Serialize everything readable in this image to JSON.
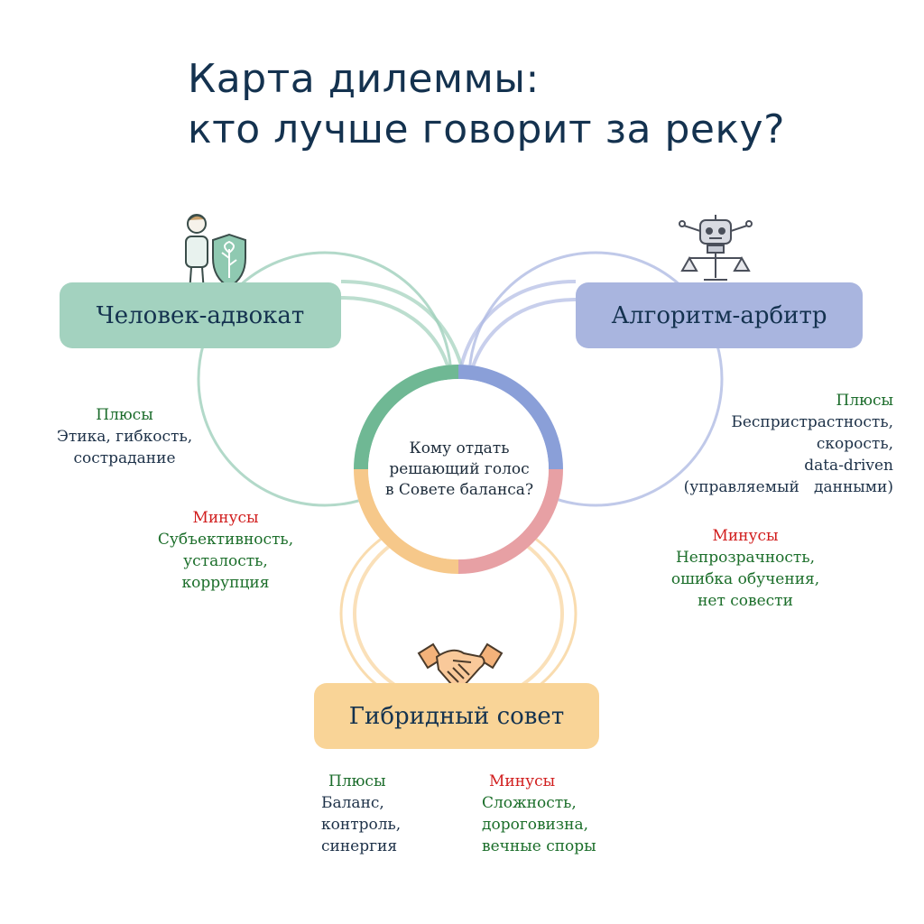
{
  "title": {
    "line1": "Карта дилеммы:",
    "line2": "кто лучше говорит за реку?"
  },
  "center_question": [
    "Кому отдать",
    "решающий голос",
    "в Совете баланса?"
  ],
  "nodes": {
    "human": {
      "label": "Человек-адвокат",
      "pros_label": "Плюсы",
      "pros": [
        "Этика, гибкость,",
        "сострадание"
      ],
      "cons_label": "Минусы",
      "cons": [
        "Субъективность,",
        "усталость,",
        "коррупция"
      ]
    },
    "algorithm": {
      "label": "Алгоритм-арбитр",
      "pros_label": "Плюсы",
      "pros": [
        "Беспристрастность,",
        "скорость,",
        "data-driven",
        "(управляемый   данными)"
      ],
      "cons_label": "Минусы",
      "cons": [
        "Непрозрачность,",
        "ошибка обучения,",
        "нет совести"
      ]
    },
    "hybrid": {
      "label": "Гибридный совет",
      "pros_label": "Плюсы",
      "pros": [
        "Баланс,",
        "контроль,",
        "синергия"
      ],
      "cons_label": "Минусы",
      "cons": [
        "Сложность,",
        "дороговизна,",
        "вечные споры"
      ]
    }
  },
  "colors": {
    "human": "#8fc9b1",
    "algorithm": "#93a6d9",
    "hybrid": "#f6c88a",
    "pros_label": "#1a6b2a",
    "cons_label": "#d11d1d",
    "title": "#14324f"
  },
  "icons": {
    "human": "person-with-leaf-shield-icon",
    "algorithm": "robot-with-scales-icon",
    "hybrid": "handshake-icon"
  }
}
